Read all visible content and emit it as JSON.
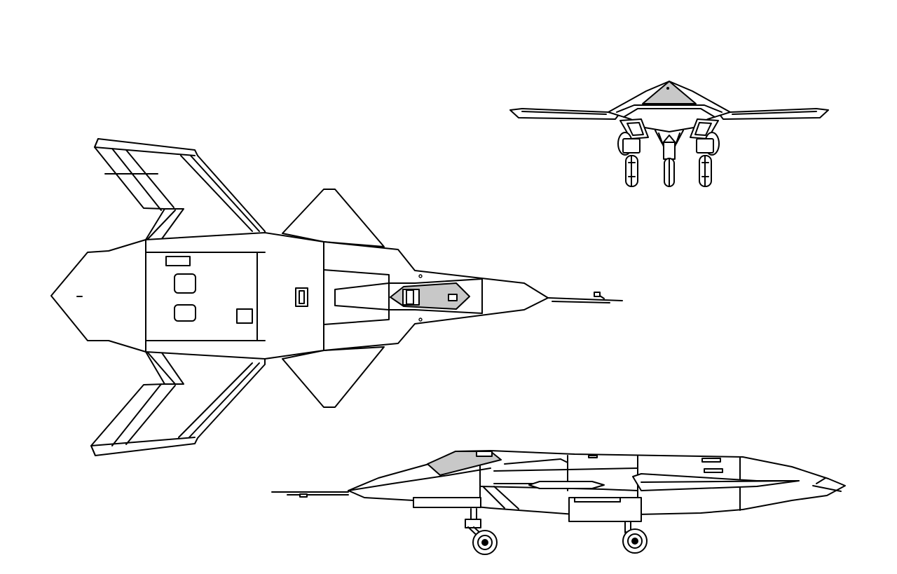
{
  "colors": {
    "line": "#000000",
    "background": "#ffffff",
    "canopy_fill": "#c8c8c8"
  },
  "views": [
    "top-view",
    "front-view",
    "side-view"
  ]
}
